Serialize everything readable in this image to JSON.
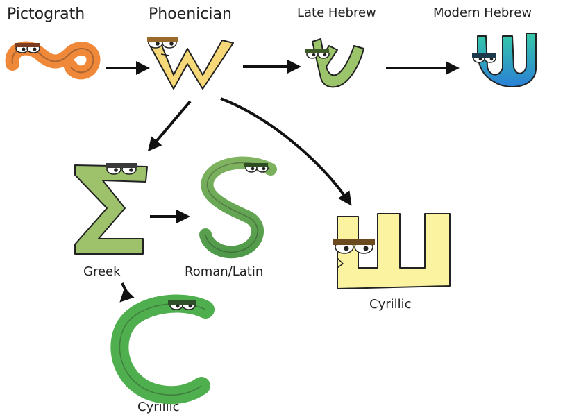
{
  "nodes": [
    {
      "id": "pictograth",
      "label": "Pictograth",
      "color": "#f0883a"
    },
    {
      "id": "phoenician",
      "label": "Phoenician",
      "color": "#f6d878"
    },
    {
      "id": "late_hebrew",
      "label": "Late Hebrew",
      "color": "#9cc46a"
    },
    {
      "id": "modern_hebrew",
      "label": "Modern Hebrew",
      "color": "#2fb7b0"
    },
    {
      "id": "greek",
      "label": "Greek",
      "color": "#9dc26b"
    },
    {
      "id": "roman_latin",
      "label": "Roman/Latin",
      "color": "#6ea85a"
    },
    {
      "id": "cyrillic_sha",
      "label": "Cyrillic",
      "color": "#fbf3a0"
    },
    {
      "id": "cyrillic_es",
      "label": "Cyrillic",
      "color": "#4fae4d"
    }
  ],
  "edges": [
    {
      "from": "pictograth",
      "to": "phoenician"
    },
    {
      "from": "phoenician",
      "to": "late_hebrew"
    },
    {
      "from": "late_hebrew",
      "to": "modern_hebrew"
    },
    {
      "from": "phoenician",
      "to": "greek"
    },
    {
      "from": "phoenician",
      "to": "cyrillic_sha"
    },
    {
      "from": "greek",
      "to": "roman_latin"
    },
    {
      "from": "greek",
      "to": "cyrillic_es"
    }
  ]
}
